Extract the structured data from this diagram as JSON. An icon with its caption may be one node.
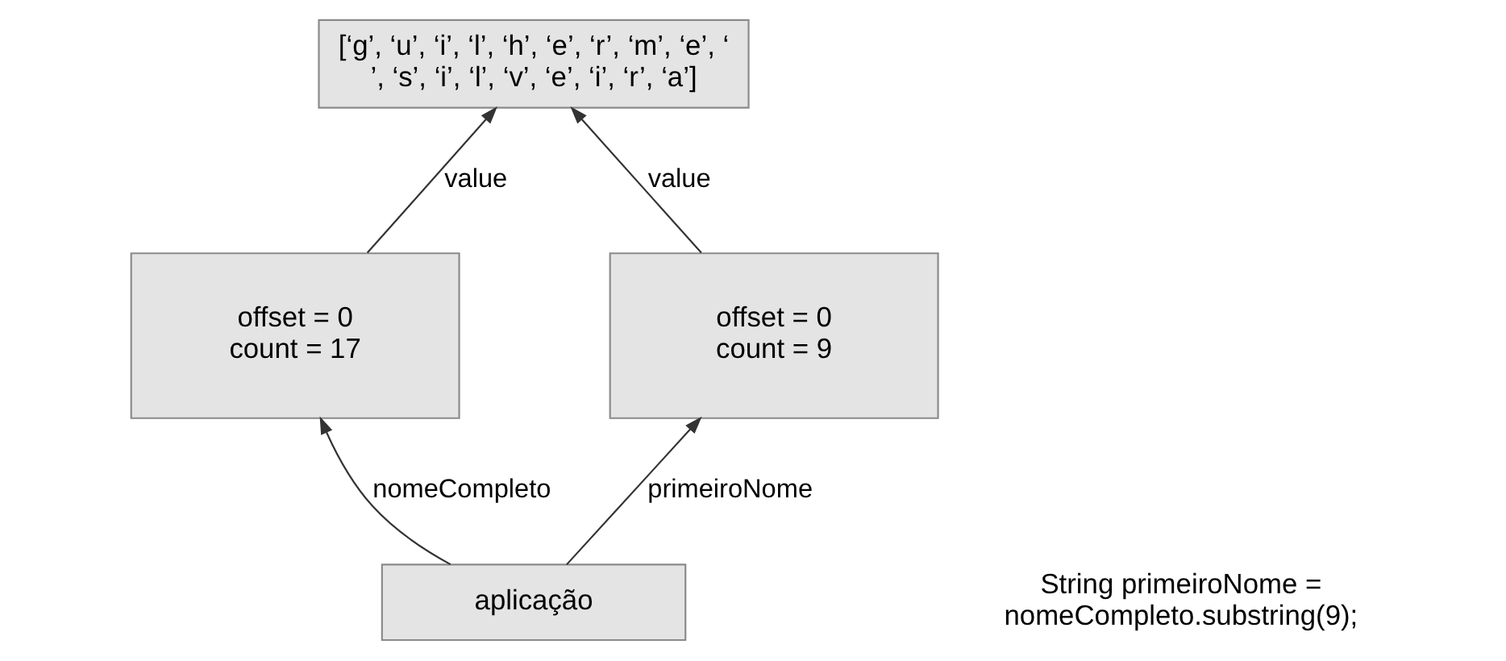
{
  "diagram": {
    "nodes": [
      {
        "text": [
          "[‘g’, ‘u’, ‘i’, ‘l’, ‘h’, ‘e’, ‘r’, ‘m’, ‘e’, ‘ ’, ‘s’, ‘i’, ‘l’, ‘v’, ‘e’, ‘i’, ‘r’, ‘a’]"
        ]
      },
      {
        "text": [
          "offset = 0 count = 17"
        ]
      },
      {
        "text": [
          "offset = 0 count = 9"
        ]
      },
      {
        "text": [
          "aplicação"
        ]
      }
    ],
    "edges": [
      {
        "from": 1,
        "to": 0,
        "arrow": "to",
        "label": "value"
      },
      {
        "from": 2,
        "to": 0,
        "arrow": "to",
        "label": "value"
      },
      {
        "from": 3,
        "to": 1,
        "arrow": "to",
        "label": "nomeCompleto"
      },
      {
        "from": 3,
        "to": 2,
        "arrow": "to",
        "label": "primeiroNome"
      }
    ],
    "labels": [
      "String primeiroNome = nomeCompleto.substring(9);"
    ]
  }
}
